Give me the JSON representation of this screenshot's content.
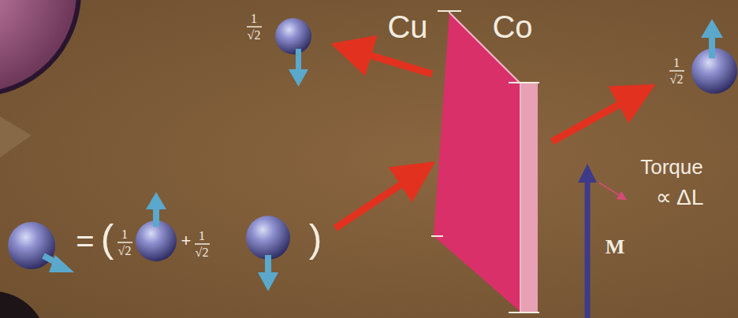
{
  "diagram": {
    "labels": [
      "Cu",
      "Co",
      "1",
      "√2",
      "1",
      "√2",
      "Torque",
      "∝ ΔL",
      "=",
      "(",
      "1",
      "√2",
      "+",
      "1",
      "√2",
      ")",
      "M"
    ]
  }
}
